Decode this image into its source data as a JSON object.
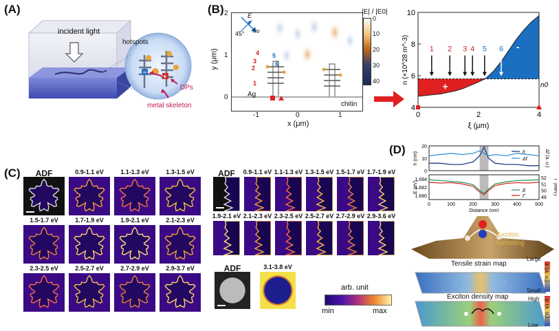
{
  "panels": {
    "a": {
      "label": "(A)",
      "incident_light": "incident light",
      "hotspots": "hotspots",
      "dps": "DPs",
      "metal_skeleton": "metal skeleton",
      "colors": {
        "slab": "#5b67c9",
        "hotspot": "#e8a43a",
        "arrow": "#c0185a"
      }
    },
    "b": {
      "label": "(B)",
      "map": {
        "ylabel": "y (μm)",
        "xlabel": "x (μm)",
        "yticks": [
          "0",
          "1",
          "2"
        ],
        "xticks": [
          "-1",
          "0",
          "1"
        ],
        "e_label": "E",
        "hv_label": "hν",
        "angle_label": "45°",
        "ag_label": "Ag",
        "chitin_label": "chitin",
        "colorbar_title": "|E| / |E0|",
        "colorbar_ticks": [
          "0",
          "10",
          "20",
          "30",
          "40"
        ],
        "markers_red": [
          "4",
          "3",
          "2",
          "1"
        ],
        "markers_blue": [
          "5",
          "6"
        ]
      }
    },
    "c": {
      "label": "(C)",
      "left_titles": [
        "ADF",
        "0.9-1.1 eV",
        "1.1-1.3 eV",
        "1.3-1.5 eV",
        "1.5-1.7 eV",
        "1.7-1.9 eV",
        "1.9-2.1 eV",
        "2.1-2.3 eV",
        "2.3-2.5 eV",
        "2.5-2.7 eV",
        "2.7-2.9 eV",
        "2.9-3.7 eV"
      ],
      "right_titles": [
        "ADF",
        "0.9-1.1 eV",
        "1.1-1.3 eV",
        "1.3-1.5 eV",
        "1.5-1.7 eV",
        "1.7-1.9 eV",
        "1.9-2.1 eV",
        "2.1-2.3 eV",
        "2.3-2.5 eV",
        "2.5-2.7 eV",
        "2.7-2.9 eV",
        "2.9-3.6 eV"
      ],
      "bottom_titles": [
        "ADF",
        "3.1-3.8 eV"
      ],
      "colorbar_unit": "arb. unit",
      "colorbar_min": "min",
      "colorbar_max": "max"
    },
    "d": {
      "label": "(D)",
      "exciton_funneling": "Exciton funneling",
      "tensile_map": "Tensile strain map",
      "density_map": "Exciton density map",
      "strain_large": "Large",
      "strain_small": "Small",
      "strain_axis": "ε (a. u.)",
      "density_high": "High",
      "density_low": "Low",
      "density_axis": "ρ (a. u.)"
    }
  },
  "chart_data": [
    {
      "type": "area",
      "xlabel": "ξ (μm)",
      "ylabel": "n (×10^28 m^-3)",
      "xlim": [
        0,
        4
      ],
      "ylim": [
        4,
        10
      ],
      "xticks": [
        "0",
        "2",
        "4"
      ],
      "yticks": [
        "4",
        "6",
        "8",
        "10"
      ],
      "reference_label": "n0",
      "reference_value": 5.8,
      "x": [
        0,
        0.25,
        0.5,
        0.75,
        1.0,
        1.25,
        1.5,
        1.75,
        2.0,
        2.25,
        2.5,
        2.75,
        3.0,
        3.25,
        3.5,
        3.75,
        4.0
      ],
      "y": [
        4.7,
        4.75,
        4.8,
        4.85,
        4.95,
        5.05,
        5.2,
        5.4,
        5.6,
        5.85,
        6.3,
        6.9,
        7.6,
        8.3,
        8.9,
        9.4,
        9.8
      ],
      "markers": [
        {
          "label": "1",
          "x": 0.45
        },
        {
          "label": "2",
          "x": 1.05
        },
        {
          "label": "3",
          "x": 1.55
        },
        {
          "label": "4",
          "x": 1.8
        },
        {
          "label": "5",
          "x": 2.2
        },
        {
          "label": "6",
          "x": 2.75
        }
      ],
      "signs": [
        "+",
        "-"
      ],
      "colors": {
        "below": "#e02020",
        "above": "#1a6fc0"
      }
    },
    {
      "type": "line",
      "xlim": [
        0,
        500
      ],
      "y_left_label": "h (nm)",
      "y_left_ticks": [
        "0",
        "10",
        "20"
      ],
      "y_left_lim": [
        0,
        20
      ],
      "y_right_label": "Δf (a. u.)",
      "series": [
        {
          "name": "h",
          "x": [
            0,
            50,
            100,
            150,
            200,
            230,
            250,
            270,
            300,
            350,
            400,
            450,
            500
          ],
          "values": [
            6,
            6,
            5,
            5,
            7,
            12,
            19,
            10,
            6,
            5,
            5,
            4,
            4
          ]
        },
        {
          "name": "Δf",
          "x": [
            0,
            50,
            100,
            150,
            200,
            230,
            250,
            270,
            300,
            350,
            400,
            450,
            500
          ],
          "values": [
            12,
            13,
            14,
            13,
            14,
            16,
            14,
            12,
            13,
            12,
            14,
            13,
            12
          ]
        }
      ],
      "colors": {
        "h": "#1f3d8a",
        "Δf": "#3a8fd0"
      }
    },
    {
      "type": "line",
      "xlabel": "Distance (nm)",
      "xlim": [
        0,
        500
      ],
      "xticks": [
        "0",
        "100",
        "200",
        "300",
        "400",
        "500"
      ],
      "y_left_label": "E (eV)",
      "y_left_ticks": [
        "1.680",
        "1.682",
        "1.684"
      ],
      "y_left_lim": [
        1.679,
        1.685
      ],
      "y_right_label": "Γ (meV)",
      "y_right_ticks": [
        "49",
        "50",
        "51",
        "52"
      ],
      "series": [
        {
          "name": "E",
          "x": [
            0,
            50,
            100,
            150,
            200,
            230,
            250,
            270,
            300,
            350,
            400,
            450,
            500
          ],
          "values": [
            1.6838,
            1.6836,
            1.6834,
            1.6832,
            1.6826,
            1.6812,
            1.6805,
            1.6815,
            1.6828,
            1.6833,
            1.6836,
            1.6837,
            1.6838
          ]
        },
        {
          "name": "Γ",
          "x": [
            0,
            50,
            100,
            150,
            200,
            230,
            250,
            270,
            300,
            350,
            400,
            450,
            500
          ],
          "values": [
            1.6832,
            1.683,
            1.6831,
            1.6828,
            1.6822,
            1.6808,
            1.6802,
            1.6812,
            1.6824,
            1.6829,
            1.6831,
            1.683,
            1.6832
          ]
        }
      ],
      "colors": {
        "E": "#2f9a5a",
        "Γ": "#d03030"
      }
    }
  ]
}
